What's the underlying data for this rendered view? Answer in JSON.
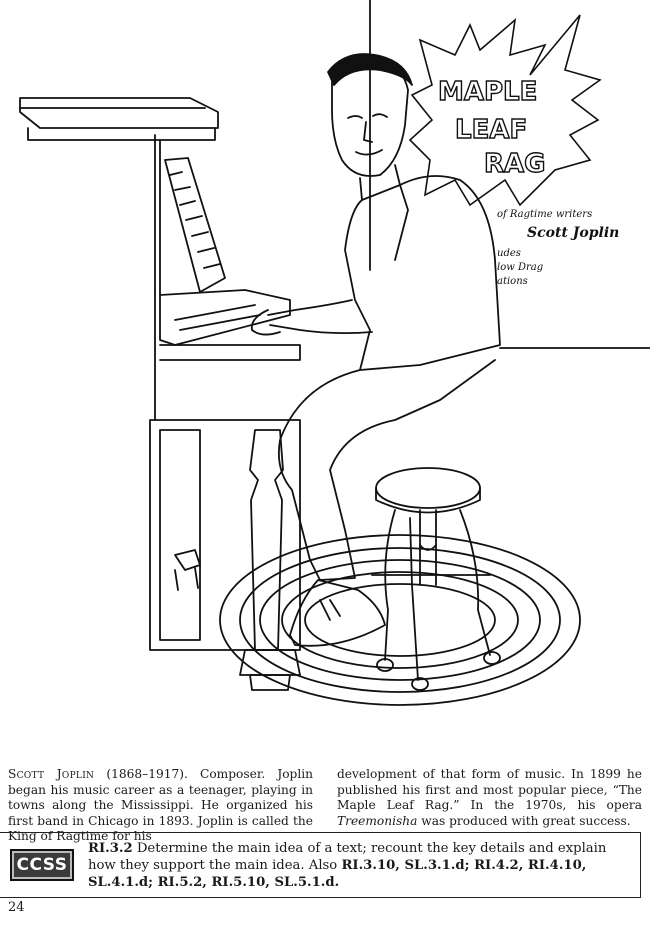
{
  "poster": {
    "title_line1": "MAPLE",
    "title_line2": "LEAF",
    "title_line3": "RAG",
    "subtitle": "of Ragtime writers",
    "author": "Scott Joplin",
    "extra_line1": "udes",
    "extra_line2": "low Drag",
    "extra_line3": "ations"
  },
  "caption": {
    "name": "Scott Joplin",
    "col1_rest": " (1868–1917). Composer. Joplin began his music career as a teenager, playing in towns along the Mississippi. He organized his first band in Chicago in 1893. Joplin is called the King of Ragtime for his",
    "col2_before": "development of that form of music. In 1899 he published his first and most popular piece, “The Maple Leaf Rag.” In the 1970s, his opera ",
    "col2_italic": "Treemonisha",
    "col2_after": " was produced with great success."
  },
  "standard": {
    "badge": "CCSS",
    "code": "RI.3.2",
    "text": " Determine the main idea of a text; recount the key details and explain how they support the main idea. Also ",
    "also_codes": "RI.3.10, SL.3.1.d; RI.4.2, RI.4.10, SL.4.1.d; RI.5.2, RI.5.10, SL.5.1.d."
  },
  "page_number": "24"
}
